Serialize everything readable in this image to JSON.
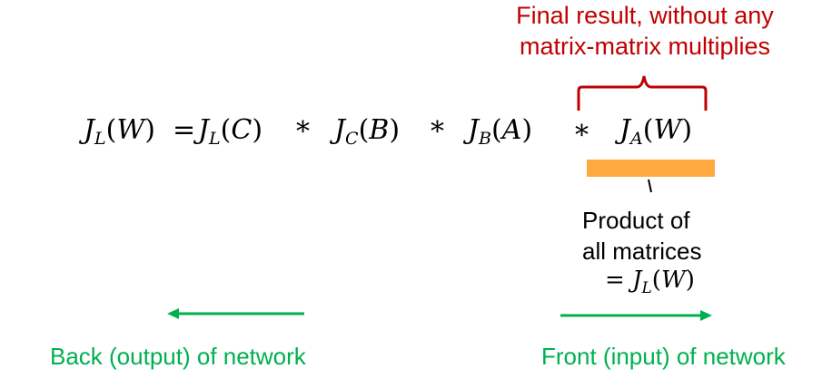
{
  "annotation": {
    "line1": "Final result, without any",
    "line2": "matrix-matrix multiplies"
  },
  "equation": {
    "lhs": {
      "fn": "J",
      "sub": "L",
      "arg": "W"
    },
    "equals": "=",
    "terms": [
      {
        "fn": "J",
        "sub": "L",
        "arg": "C"
      },
      {
        "fn": "J",
        "sub": "C",
        "arg": "B"
      },
      {
        "fn": "J",
        "sub": "B",
        "arg": "A"
      },
      {
        "fn": "J",
        "sub": "A",
        "arg": "W"
      }
    ],
    "operator": "*"
  },
  "product_note": {
    "line1": "Product of",
    "line2": "all matrices",
    "eq_prefix": "=",
    "eq_fn": "J",
    "eq_sub": "L",
    "eq_arg": "W"
  },
  "labels": {
    "back": "Back (output) of network",
    "front": "Front (input) of network"
  },
  "colors": {
    "annotation": "#c00000",
    "highlight_bar": "#ffa940",
    "arrows": "#00b050",
    "text": "#000000"
  },
  "icons": {
    "back_arrow": "arrow-left",
    "front_arrow": "arrow-right"
  }
}
